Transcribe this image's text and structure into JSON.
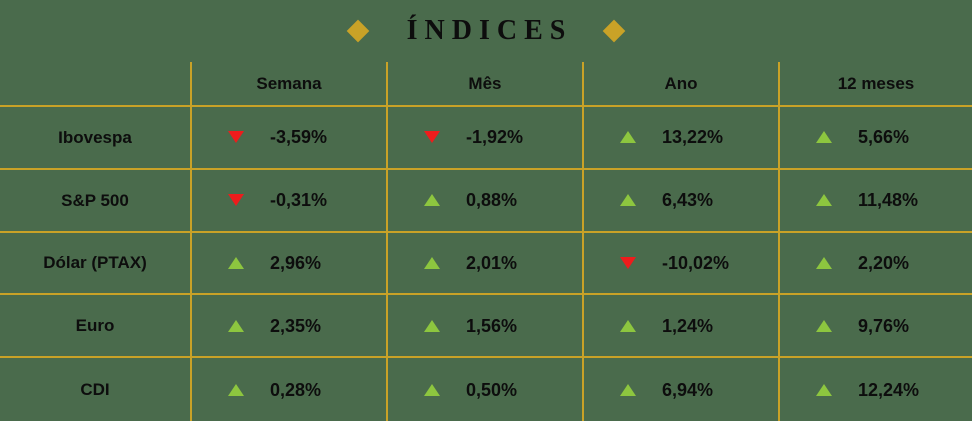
{
  "header": {
    "title": "ÍNDICES",
    "left_ornament": "diamond-ornament",
    "right_ornament": "diamond-ornament"
  },
  "colors": {
    "background": "#4a6b4c",
    "gridline": "#c9a227",
    "ornament": "#c9a227",
    "text": "#0d0d0d",
    "positive": "#8dc63f",
    "negative": "#ee1c1c"
  },
  "table": {
    "corner_label": "",
    "columns": [
      "Semana",
      "Mês",
      "Ano",
      "12 meses"
    ],
    "rows": [
      {
        "label": "Ibovespa",
        "cells": [
          {
            "value": "-3,59%",
            "direction": "down",
            "icon": "triangle-down-icon"
          },
          {
            "value": "-1,92%",
            "direction": "down",
            "icon": "triangle-down-icon"
          },
          {
            "value": "13,22%",
            "direction": "up",
            "icon": "triangle-up-icon"
          },
          {
            "value": "5,66%",
            "direction": "up",
            "icon": "triangle-up-icon"
          }
        ]
      },
      {
        "label": "S&P 500",
        "cells": [
          {
            "value": "-0,31%",
            "direction": "down",
            "icon": "triangle-down-icon"
          },
          {
            "value": "0,88%",
            "direction": "up",
            "icon": "triangle-up-icon"
          },
          {
            "value": "6,43%",
            "direction": "up",
            "icon": "triangle-up-icon"
          },
          {
            "value": "11,48%",
            "direction": "up",
            "icon": "triangle-up-icon"
          }
        ]
      },
      {
        "label": "Dólar (PTAX)",
        "cells": [
          {
            "value": "2,96%",
            "direction": "up",
            "icon": "triangle-up-icon"
          },
          {
            "value": "2,01%",
            "direction": "up",
            "icon": "triangle-up-icon"
          },
          {
            "value": "-10,02%",
            "direction": "down",
            "icon": "triangle-down-icon"
          },
          {
            "value": "2,20%",
            "direction": "up",
            "icon": "triangle-up-icon"
          }
        ]
      },
      {
        "label": "Euro",
        "cells": [
          {
            "value": "2,35%",
            "direction": "up",
            "icon": "triangle-up-icon"
          },
          {
            "value": "1,56%",
            "direction": "up",
            "icon": "triangle-up-icon"
          },
          {
            "value": "1,24%",
            "direction": "up",
            "icon": "triangle-up-icon"
          },
          {
            "value": "9,76%",
            "direction": "up",
            "icon": "triangle-up-icon"
          }
        ]
      },
      {
        "label": "CDI",
        "cells": [
          {
            "value": "0,28%",
            "direction": "up",
            "icon": "triangle-up-icon"
          },
          {
            "value": "0,50%",
            "direction": "up",
            "icon": "triangle-up-icon"
          },
          {
            "value": "6,94%",
            "direction": "up",
            "icon": "triangle-up-icon"
          },
          {
            "value": "12,24%",
            "direction": "up",
            "icon": "triangle-up-icon"
          }
        ]
      }
    ]
  }
}
